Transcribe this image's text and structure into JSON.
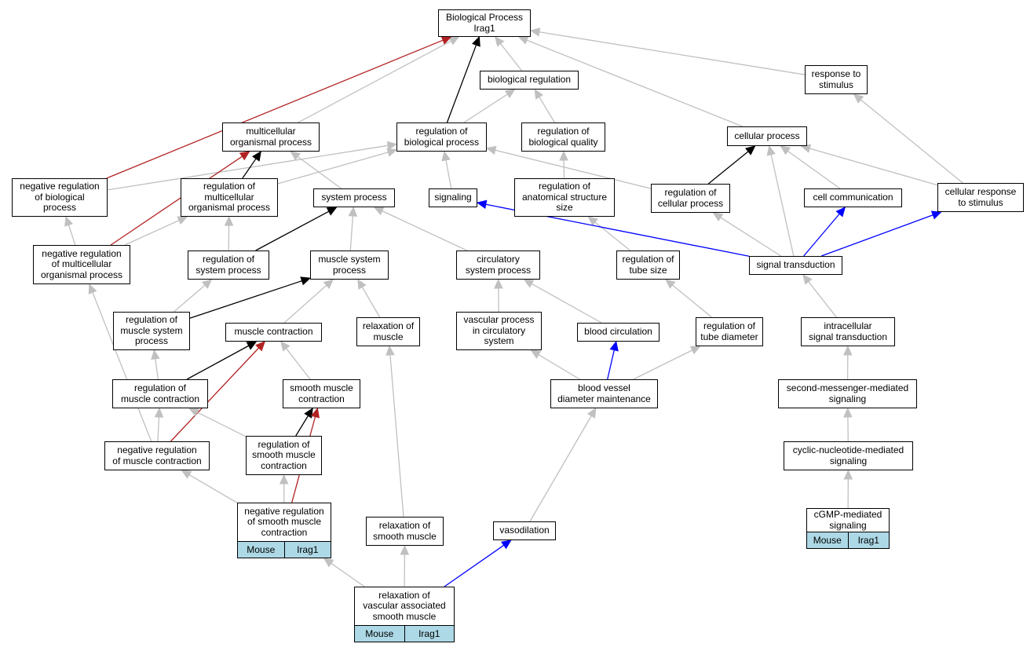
{
  "nodes": [
    {
      "id": "n0",
      "label": "Biological Process\nIrag1"
    },
    {
      "id": "n1",
      "label": "biological regulation"
    },
    {
      "id": "n2",
      "label": "response to\nstimulus"
    },
    {
      "id": "n3",
      "label": "multicellular\norganismal process"
    },
    {
      "id": "n4",
      "label": "regulation of\nbiological process"
    },
    {
      "id": "n5",
      "label": "regulation of\nbiological quality"
    },
    {
      "id": "n6",
      "label": "cellular process"
    },
    {
      "id": "n7",
      "label": "negative regulation\nof biological\nprocess"
    },
    {
      "id": "n8",
      "label": "regulation of\nmulticellular\norganismal process"
    },
    {
      "id": "n9",
      "label": "system process"
    },
    {
      "id": "n10",
      "label": "signaling"
    },
    {
      "id": "n11",
      "label": "regulation of\nanatomical structure\nsize"
    },
    {
      "id": "n12",
      "label": "regulation of\ncellular process"
    },
    {
      "id": "n13",
      "label": "cell communication"
    },
    {
      "id": "n14",
      "label": "cellular response\nto stimulus"
    },
    {
      "id": "n15",
      "label": "negative regulation\nof multicellular\norganismal process"
    },
    {
      "id": "n16",
      "label": "regulation of\nsystem process"
    },
    {
      "id": "n17",
      "label": "muscle system\nprocess"
    },
    {
      "id": "n18",
      "label": "circulatory\nsystem process"
    },
    {
      "id": "n19",
      "label": "regulation of\ntube size"
    },
    {
      "id": "n20",
      "label": "signal transduction"
    },
    {
      "id": "n21",
      "label": "regulation of\nmuscle system\nprocess"
    },
    {
      "id": "n22",
      "label": "muscle contraction"
    },
    {
      "id": "n23",
      "label": "relaxation of\nmuscle"
    },
    {
      "id": "n24",
      "label": "vascular process\nin circulatory\nsystem"
    },
    {
      "id": "n25",
      "label": "blood circulation"
    },
    {
      "id": "n26",
      "label": "regulation of\ntube diameter"
    },
    {
      "id": "n27",
      "label": "intracellular\nsignal transduction"
    },
    {
      "id": "n28",
      "label": "regulation of\nmuscle contraction"
    },
    {
      "id": "n29",
      "label": "smooth muscle\ncontraction"
    },
    {
      "id": "n30",
      "label": "blood vessel\ndiameter maintenance"
    },
    {
      "id": "n31",
      "label": "second-messenger-mediated\nsignaling"
    },
    {
      "id": "n32",
      "label": "negative regulation\nof muscle contraction"
    },
    {
      "id": "n33",
      "label": "regulation of\nsmooth muscle\ncontraction"
    },
    {
      "id": "n34",
      "label": "cyclic-nucleotide-mediated\nsignaling"
    },
    {
      "id": "n35",
      "label": "negative regulation\nof smooth muscle\ncontraction",
      "species": "Mouse",
      "gene": "Irag1"
    },
    {
      "id": "n36",
      "label": "relaxation of\nsmooth muscle"
    },
    {
      "id": "n37",
      "label": "vasodilation"
    },
    {
      "id": "n38",
      "label": "cGMP-mediated\nsignaling",
      "species": "Mouse",
      "gene": "Irag1"
    },
    {
      "id": "n39",
      "label": "relaxation of\nvascular associated\nsmooth muscle",
      "species": "Mouse",
      "gene": "Irag1"
    }
  ],
  "edges": [
    {
      "from": "n1",
      "to": "n0",
      "color": "#c0c0c0"
    },
    {
      "from": "n2",
      "to": "n0",
      "color": "#c0c0c0"
    },
    {
      "from": "n3",
      "to": "n0",
      "color": "#c0c0c0"
    },
    {
      "from": "n4",
      "to": "n0",
      "color": "#000000"
    },
    {
      "from": "n4",
      "to": "n1",
      "color": "#c0c0c0"
    },
    {
      "from": "n5",
      "to": "n1",
      "color": "#c0c0c0"
    },
    {
      "from": "n6",
      "to": "n0",
      "color": "#c0c0c0"
    },
    {
      "from": "n7",
      "to": "n0",
      "color": "#b22222"
    },
    {
      "from": "n7",
      "to": "n4",
      "color": "#c0c0c0"
    },
    {
      "from": "n8",
      "to": "n3",
      "color": "#000000"
    },
    {
      "from": "n8",
      "to": "n4",
      "color": "#c0c0c0"
    },
    {
      "from": "n9",
      "to": "n3",
      "color": "#c0c0c0"
    },
    {
      "from": "n10",
      "to": "n4",
      "color": "#c0c0c0"
    },
    {
      "from": "n11",
      "to": "n5",
      "color": "#c0c0c0"
    },
    {
      "from": "n12",
      "to": "n4",
      "color": "#c0c0c0"
    },
    {
      "from": "n12",
      "to": "n6",
      "color": "#000000"
    },
    {
      "from": "n13",
      "to": "n6",
      "color": "#c0c0c0"
    },
    {
      "from": "n14",
      "to": "n6",
      "color": "#c0c0c0"
    },
    {
      "from": "n14",
      "to": "n2",
      "color": "#c0c0c0"
    },
    {
      "from": "n15",
      "to": "n3",
      "color": "#b22222"
    },
    {
      "from": "n15",
      "to": "n7",
      "color": "#c0c0c0"
    },
    {
      "from": "n15",
      "to": "n8",
      "color": "#c0c0c0"
    },
    {
      "from": "n16",
      "to": "n8",
      "color": "#c0c0c0"
    },
    {
      "from": "n16",
      "to": "n9",
      "color": "#000000"
    },
    {
      "from": "n17",
      "to": "n9",
      "color": "#c0c0c0"
    },
    {
      "from": "n18",
      "to": "n9",
      "color": "#c0c0c0"
    },
    {
      "from": "n19",
      "to": "n11",
      "color": "#c0c0c0"
    },
    {
      "from": "n20",
      "to": "n10",
      "color": "#0000ff"
    },
    {
      "from": "n20",
      "to": "n12",
      "color": "#c0c0c0"
    },
    {
      "from": "n20",
      "to": "n13",
      "color": "#0000ff"
    },
    {
      "from": "n20",
      "to": "n14",
      "color": "#0000ff"
    },
    {
      "from": "n20",
      "to": "n6",
      "color": "#c0c0c0"
    },
    {
      "from": "n21",
      "to": "n16",
      "color": "#c0c0c0"
    },
    {
      "from": "n21",
      "to": "n17",
      "color": "#000000"
    },
    {
      "from": "n22",
      "to": "n17",
      "color": "#c0c0c0"
    },
    {
      "from": "n23",
      "to": "n17",
      "color": "#c0c0c0"
    },
    {
      "from": "n24",
      "to": "n18",
      "color": "#c0c0c0"
    },
    {
      "from": "n25",
      "to": "n18",
      "color": "#c0c0c0"
    },
    {
      "from": "n26",
      "to": "n19",
      "color": "#c0c0c0"
    },
    {
      "from": "n27",
      "to": "n20",
      "color": "#c0c0c0"
    },
    {
      "from": "n28",
      "to": "n21",
      "color": "#c0c0c0"
    },
    {
      "from": "n28",
      "to": "n22",
      "color": "#000000"
    },
    {
      "from": "n29",
      "to": "n22",
      "color": "#c0c0c0"
    },
    {
      "from": "n30",
      "to": "n24",
      "color": "#c0c0c0"
    },
    {
      "from": "n30",
      "to": "n25",
      "color": "#0000ff"
    },
    {
      "from": "n30",
      "to": "n26",
      "color": "#c0c0c0"
    },
    {
      "from": "n31",
      "to": "n27",
      "color": "#c0c0c0"
    },
    {
      "from": "n32",
      "to": "n28",
      "color": "#c0c0c0"
    },
    {
      "from": "n32",
      "to": "n22",
      "color": "#b22222"
    },
    {
      "from": "n32",
      "to": "n15",
      "color": "#c0c0c0"
    },
    {
      "from": "n33",
      "to": "n28",
      "color": "#c0c0c0"
    },
    {
      "from": "n33",
      "to": "n29",
      "color": "#000000"
    },
    {
      "from": "n34",
      "to": "n31",
      "color": "#c0c0c0"
    },
    {
      "from": "n35",
      "to": "n33",
      "color": "#c0c0c0"
    },
    {
      "from": "n35",
      "to": "n32",
      "color": "#c0c0c0"
    },
    {
      "from": "n35",
      "to": "n29",
      "color": "#b22222"
    },
    {
      "from": "n36",
      "to": "n23",
      "color": "#c0c0c0"
    },
    {
      "from": "n37",
      "to": "n30",
      "color": "#c0c0c0"
    },
    {
      "from": "n38",
      "to": "n34",
      "color": "#c0c0c0"
    },
    {
      "from": "n39",
      "to": "n36",
      "color": "#c0c0c0"
    },
    {
      "from": "n39",
      "to": "n35",
      "color": "#c0c0c0"
    },
    {
      "from": "n39",
      "to": "n37",
      "color": "#0000ff"
    }
  ]
}
